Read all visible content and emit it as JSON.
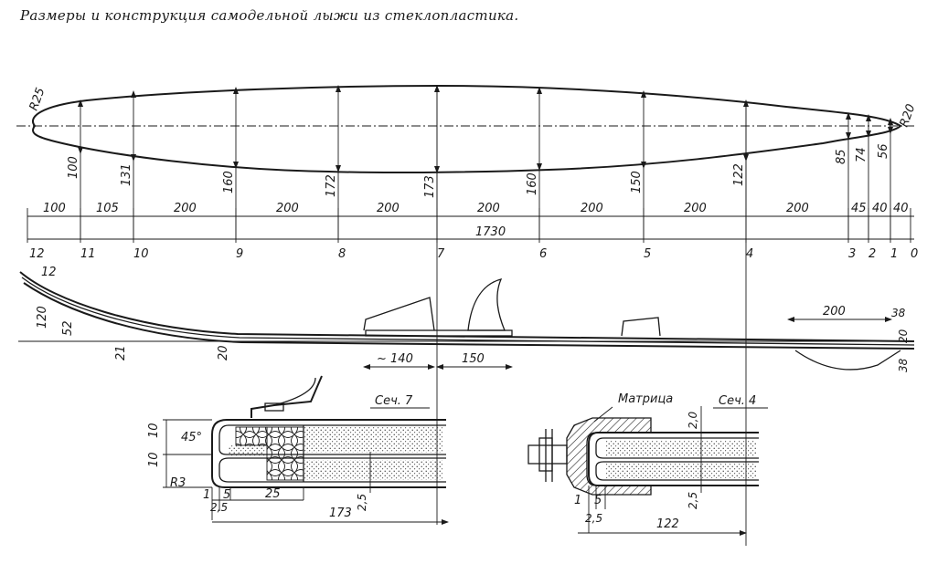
{
  "caption": "Размеры и конструкция самодельной лыжи из стеклопластика.",
  "plan": {
    "radius_tip": "R25",
    "radius_tail": "R20",
    "widths": [
      "100",
      "131",
      "160",
      "172",
      "173",
      "160",
      "150",
      "122",
      "85",
      "74",
      "56"
    ],
    "segments": [
      "100",
      "105",
      "200",
      "200",
      "200",
      "200",
      "200",
      "200",
      "200",
      "45",
      "40",
      "40"
    ],
    "total": "1730",
    "stations": [
      "12",
      "11",
      "10",
      "9",
      "8",
      "7",
      "6",
      "5",
      "4",
      "3",
      "2",
      "1",
      "0"
    ]
  },
  "profile": {
    "tip_thick": "12",
    "rise_total": "120",
    "rise_inner": "52",
    "thick_11": "21",
    "thick_9": "20",
    "binding_len": "~ 140",
    "plate_len": "150",
    "tail_len": "200",
    "tail_up": "38",
    "tail_mid": "20",
    "tail_down": "38"
  },
  "sec7": {
    "title": "Сеч. 7",
    "h1": "10",
    "h2": "10",
    "angle": "45°",
    "radius": "R3",
    "d1": "1",
    "d5": "5",
    "d25": "2,5",
    "wood": "25",
    "core": "2,5",
    "width": "173"
  },
  "sec4": {
    "title": "Сеч. 4",
    "matrix": "Матрица",
    "top": "2,0",
    "bottom": "2,5",
    "d1": "1",
    "d5": "5",
    "d25": "2,5",
    "width": "122"
  }
}
